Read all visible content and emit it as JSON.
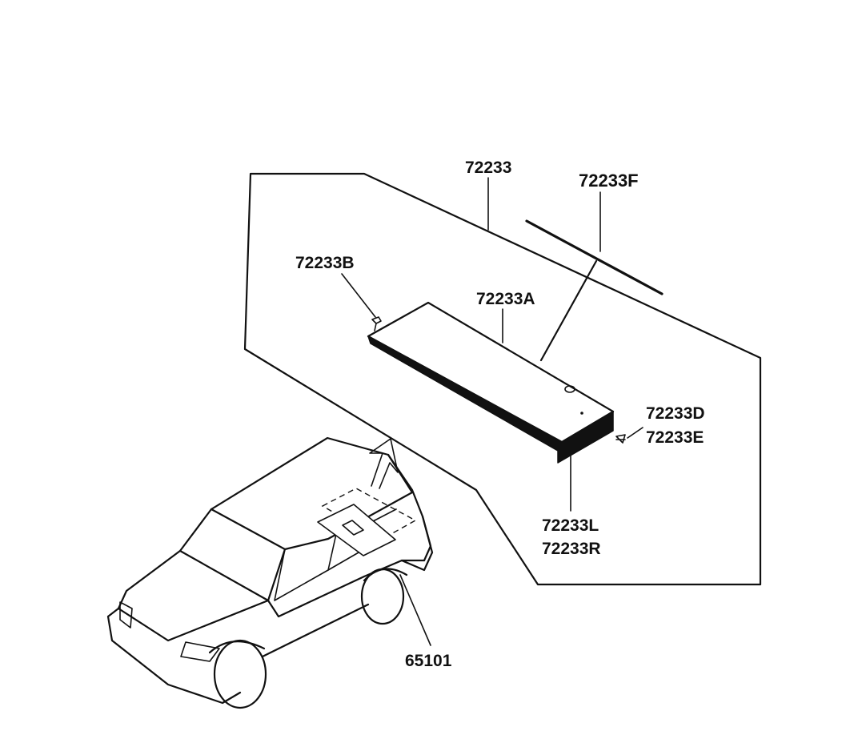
{
  "labels": {
    "part_72233": "72233",
    "part_72233F": "72233F",
    "part_72233B": "72233B",
    "part_72233A": "72233A",
    "part_72233D": "72233D",
    "part_72233E": "72233E",
    "part_72233L": "72233L",
    "part_72233R": "72233R",
    "part_65101": "65101"
  }
}
